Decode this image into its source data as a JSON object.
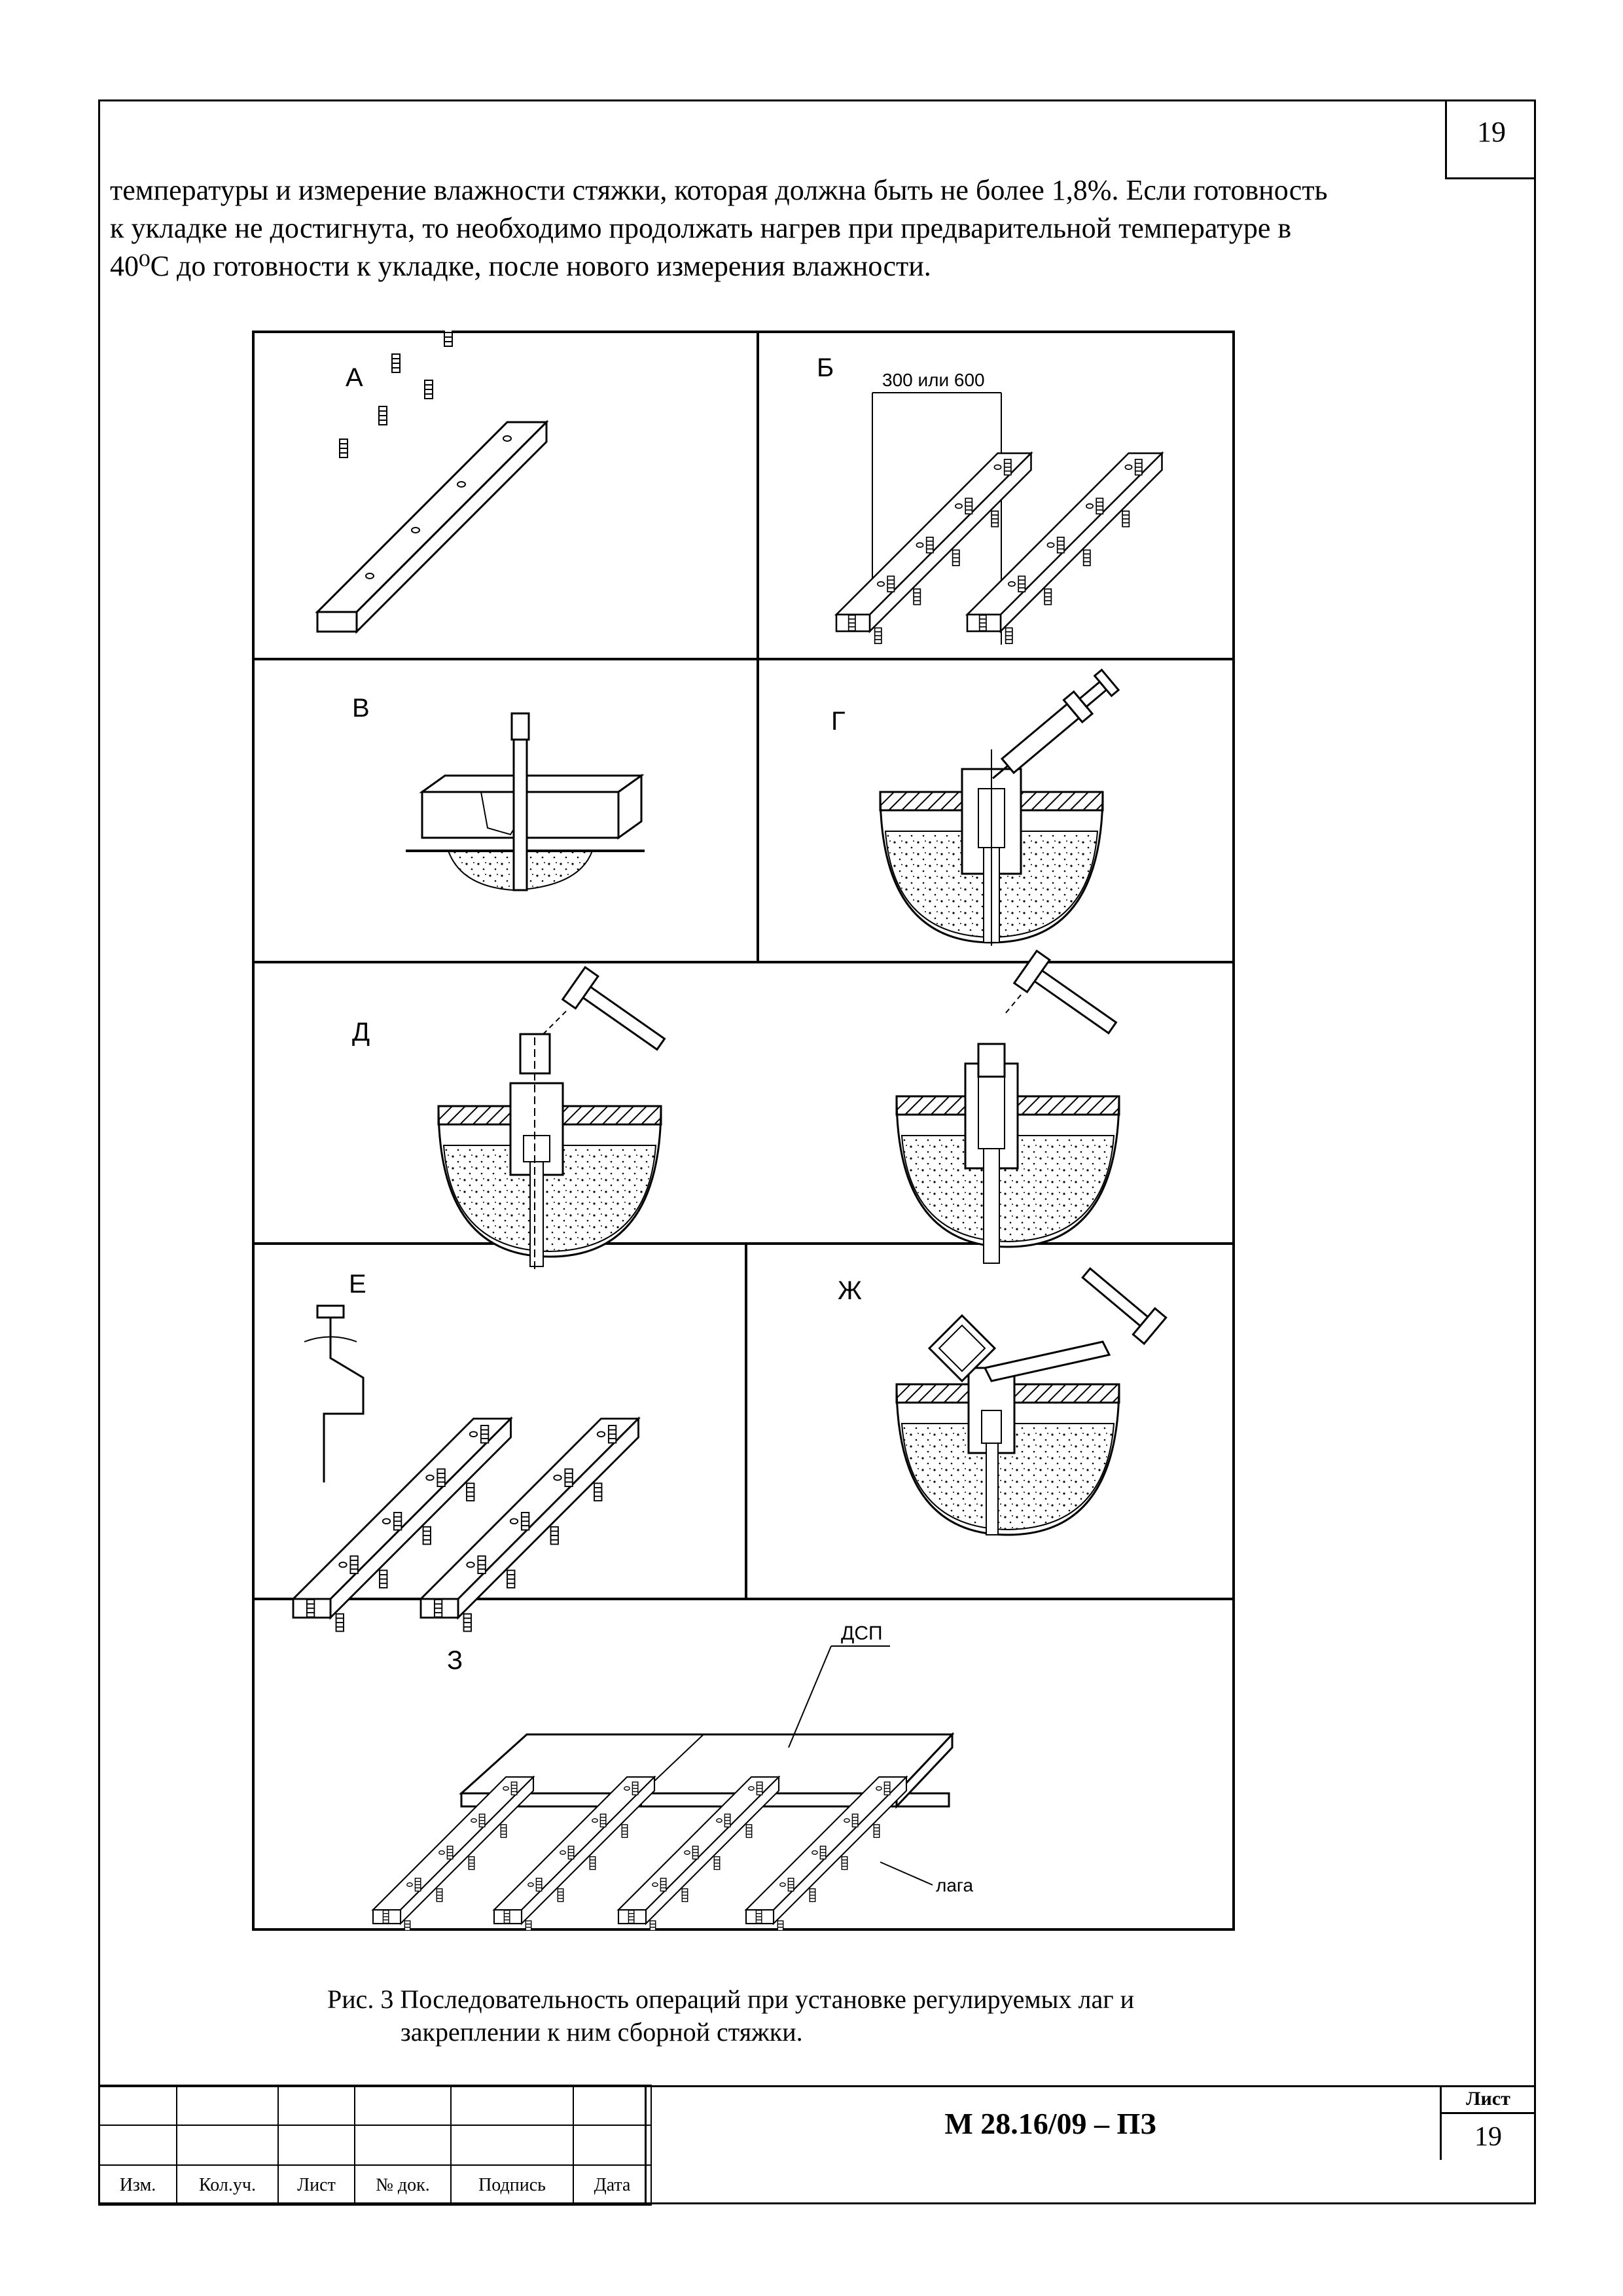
{
  "page_number_top": "19",
  "body_text": [
    "температуры и измерение влажности стяжки, которая должна быть не более 1,8%. Если готовность",
    "к укладке не достигнута, то необходимо продолжать нагрев при предварительной температуре в",
    "40⁰С до готовности к укладке, после нового измерения влажности."
  ],
  "figure": {
    "panel_labels": {
      "a": "А",
      "b": "Б",
      "v": "В",
      "g": "Г",
      "d": "Д",
      "e": "Е",
      "zh": "Ж",
      "z": "З"
    },
    "dimension_label": "300 или 600",
    "chipboard_label": "ДСП",
    "joist_label": "лага"
  },
  "caption": {
    "line1": "Рис. 3 Последовательность операций при установке регулируемых лаг и",
    "line2": "закреплении к ним сборной стяжки."
  },
  "stamp": {
    "headers": [
      "Изм.",
      "Кол.уч.",
      "Лист",
      "№ док.",
      "Подпись",
      "Дата"
    ],
    "doc_code": "М 28.16/09 – ПЗ",
    "sheet_label": "Лист",
    "sheet_number": "19"
  }
}
